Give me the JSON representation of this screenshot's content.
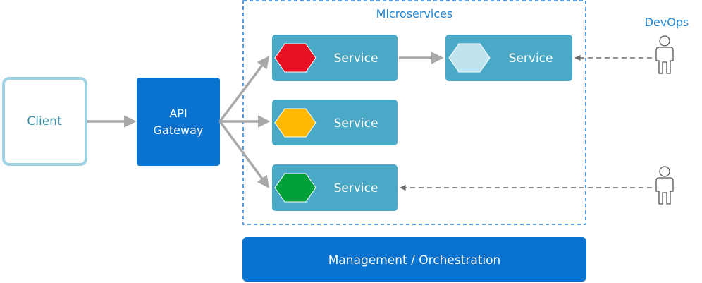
{
  "client": {
    "label": "Client"
  },
  "gateway": {
    "line1": "API",
    "line2": "Gateway"
  },
  "microservices": {
    "title": "Microservices"
  },
  "services": [
    {
      "label": "Service",
      "color": "#e81123"
    },
    {
      "label": "Service",
      "color": "#bfe3ef"
    },
    {
      "label": "Service",
      "color": "#ffb900"
    },
    {
      "label": "Service",
      "color": "#00a13a"
    }
  ],
  "devops": {
    "label": "DevOps"
  },
  "management": {
    "label": "Management / Orchestration"
  },
  "colors": {
    "client_border": "#9dd3e2",
    "client_text": "#3a8ea6",
    "gateway_fill": "#0a73cf",
    "service_fill": "#4aa9c7",
    "container_border": "#2a83d6",
    "title_text": "#1f86d6",
    "arrow": "#a8a8a8",
    "dashed_arrow": "#6a6a6a",
    "management_fill": "#0a73cf"
  },
  "icons": [
    "person-icon",
    "hexagon-icon"
  ]
}
